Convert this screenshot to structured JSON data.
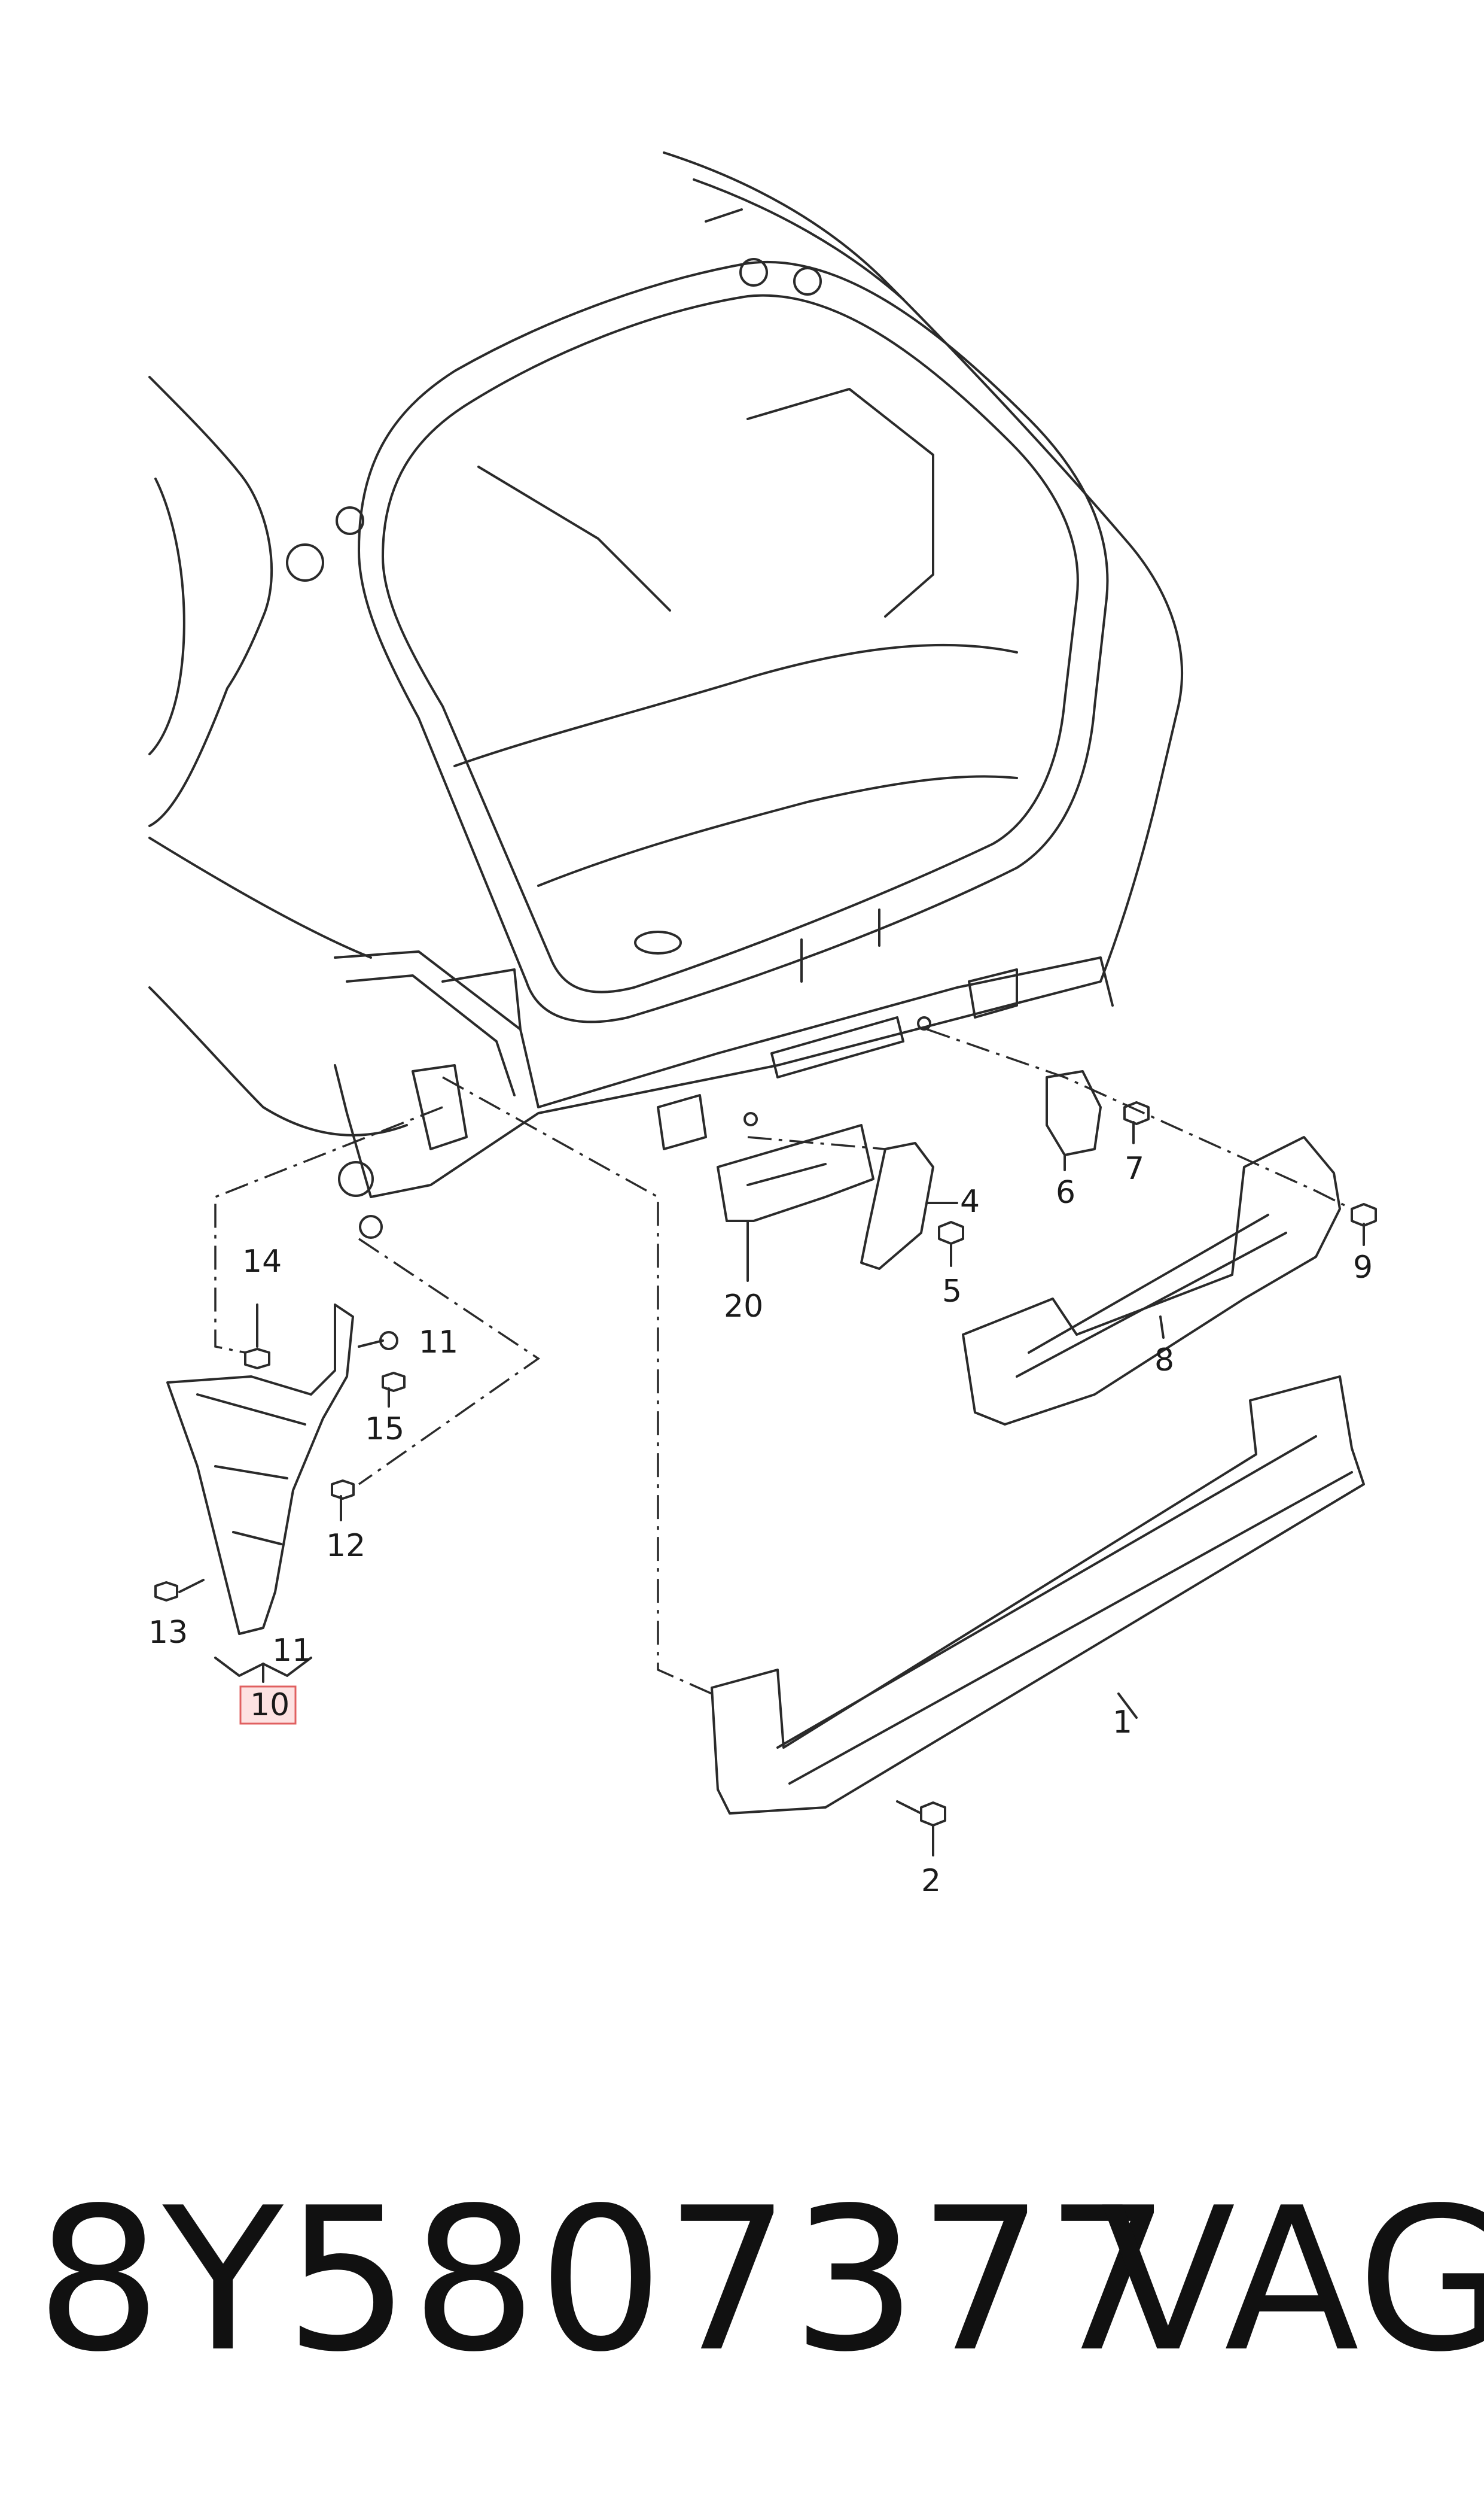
{
  "callouts": [
    {
      "id": "c1",
      "label": "1"
    },
    {
      "id": "c2",
      "label": "2"
    },
    {
      "id": "c4",
      "label": "4"
    },
    {
      "id": "c5",
      "label": "5"
    },
    {
      "id": "c6",
      "label": "6"
    },
    {
      "id": "c7",
      "label": "7"
    },
    {
      "id": "c8",
      "label": "8"
    },
    {
      "id": "c9",
      "label": "9"
    },
    {
      "id": "c10",
      "label": "10"
    },
    {
      "id": "c11a",
      "label": "11"
    },
    {
      "id": "c11b",
      "label": "11"
    },
    {
      "id": "c12",
      "label": "12"
    },
    {
      "id": "c13",
      "label": "13"
    },
    {
      "id": "c14",
      "label": "14"
    },
    {
      "id": "c15",
      "label": "15"
    },
    {
      "id": "c20",
      "label": "20"
    }
  ],
  "highlight": {
    "label": "10",
    "fill": "#fde2e2",
    "stroke": "#e06060"
  },
  "caption": {
    "part_number": "8Y5807377",
    "brand": "VAG"
  },
  "colors": {
    "line": "#2a2a2a",
    "background": "#ffffff"
  }
}
